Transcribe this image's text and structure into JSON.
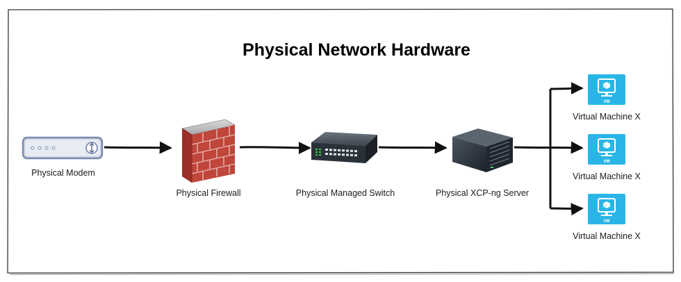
{
  "diagram": {
    "title": "Physical Network Hardware",
    "nodes": [
      {
        "id": "modem",
        "label": "Physical Modem",
        "icon": "modem-icon"
      },
      {
        "id": "firewall",
        "label": "Physical Firewall",
        "icon": "firewall-icon"
      },
      {
        "id": "switch",
        "label": "Physical Managed Switch",
        "icon": "switch-icon"
      },
      {
        "id": "server",
        "label": "Physical XCP-ng Server",
        "icon": "server-icon"
      },
      {
        "id": "vm1",
        "label": "Virtual Machine X",
        "icon": "vm-icon",
        "badge": "VM"
      },
      {
        "id": "vm2",
        "label": "Virtual Machine X",
        "icon": "vm-icon",
        "badge": "VM"
      },
      {
        "id": "vm3",
        "label": "Virtual Machine X",
        "icon": "vm-icon",
        "badge": "VM"
      }
    ],
    "edges": [
      {
        "from": "modem",
        "to": "firewall"
      },
      {
        "from": "firewall",
        "to": "switch"
      },
      {
        "from": "switch",
        "to": "server"
      },
      {
        "from": "server",
        "to": "vm1"
      },
      {
        "from": "server",
        "to": "vm2"
      },
      {
        "from": "server",
        "to": "vm3"
      }
    ],
    "colors": {
      "vm_tile": "#29b6e6",
      "modem_outline": "#7a8bb0",
      "firewall_brick": "#c0453a",
      "arrow": "#111111"
    }
  }
}
